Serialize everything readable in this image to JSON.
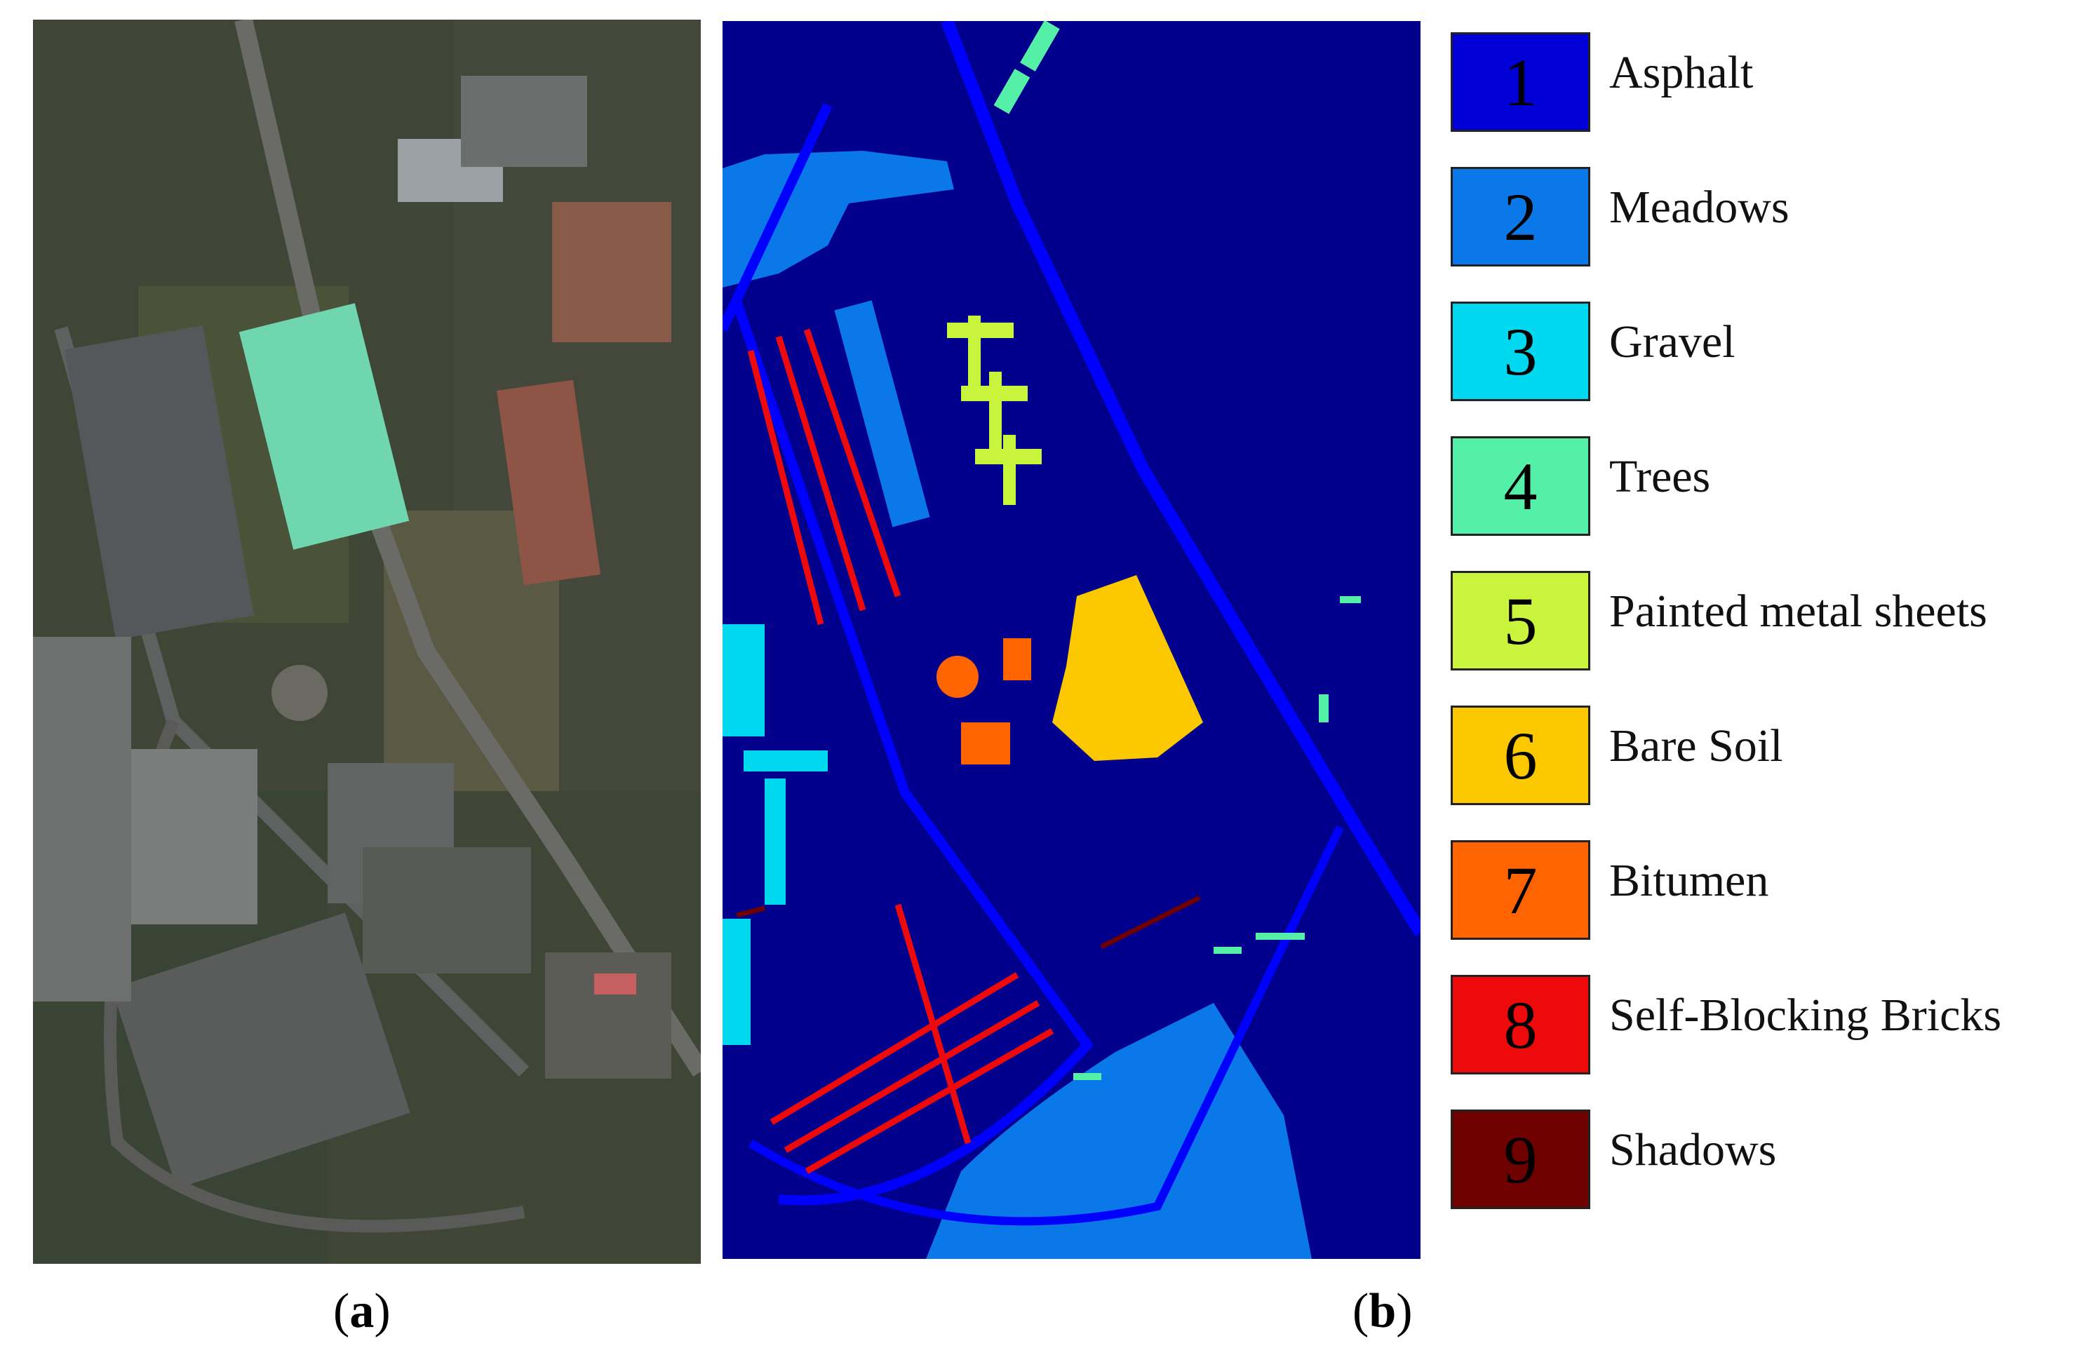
{
  "captions": {
    "a": "a",
    "b": "b"
  },
  "legend": [
    {
      "number": "1",
      "label": "Asphalt",
      "color": "#0000d6"
    },
    {
      "number": "2",
      "label": "Meadows",
      "color": "#0a78e8"
    },
    {
      "number": "3",
      "label": "Gravel",
      "color": "#00d8f0"
    },
    {
      "number": "4",
      "label": "Trees",
      "color": "#55f0a8"
    },
    {
      "number": "5",
      "label": "Painted metal sheets",
      "color": "#c8f53c"
    },
    {
      "number": "6",
      "label": "Bare Soil",
      "color": "#fbc800"
    },
    {
      "number": "7",
      "label": "Bitumen",
      "color": "#ff6400"
    },
    {
      "number": "8",
      "label": "Self-Blocking Bricks",
      "color": "#ee0a0a"
    },
    {
      "number": "9",
      "label": "Shadows",
      "color": "#6e0000"
    }
  ],
  "colors": {
    "background_class": "#00008c"
  }
}
